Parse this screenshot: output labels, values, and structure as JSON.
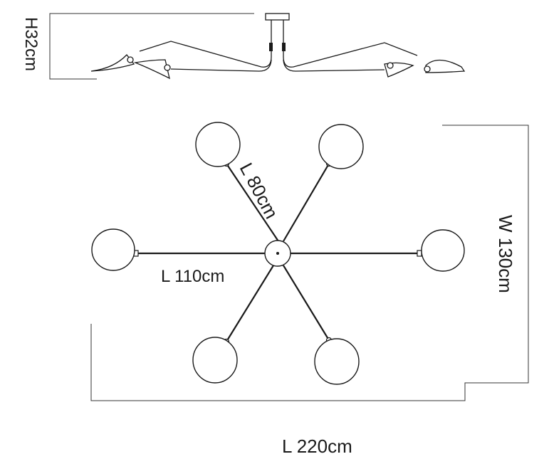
{
  "diagram": {
    "height_label": "H32cm",
    "arm_label": "L 80cm",
    "span_label": "L 110cm",
    "width_label": "W 130cm",
    "length_label": "L 220cm"
  },
  "colors": {
    "line": "#1a1a1a",
    "dimension_line": "#333333",
    "shade_fill": "#ffffff"
  }
}
